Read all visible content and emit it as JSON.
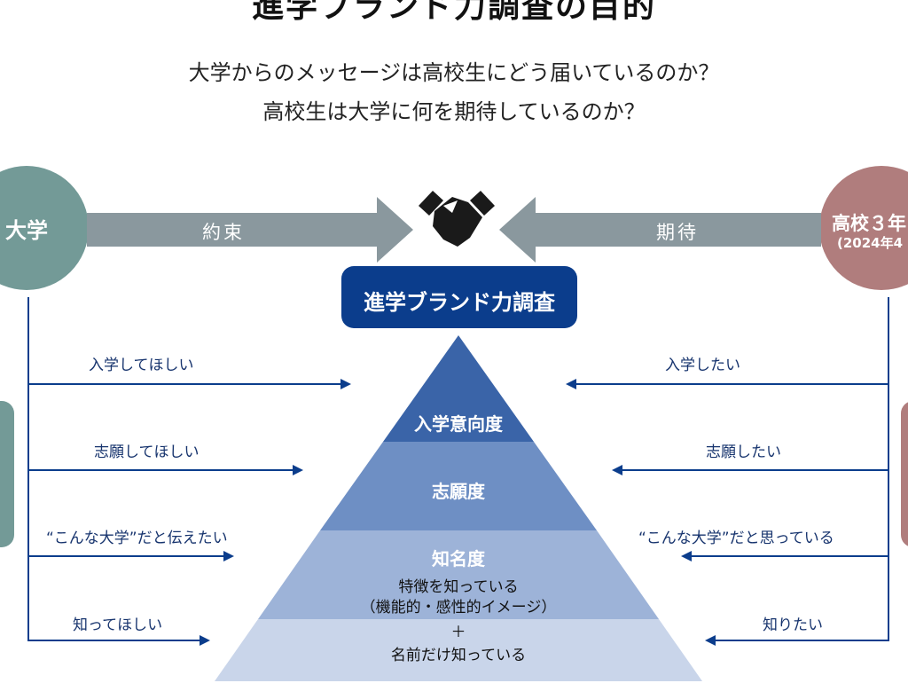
{
  "title": "進学ブランド力調査の目的",
  "subtitle_lines": [
    "大学からのメッセージは高校生にどう届いているのか？",
    "高校生は大学に何を期待しているのか？"
  ],
  "left_circle": "大学",
  "right_circle": {
    "line1": "高校３年",
    "line2": "(2024年4"
  },
  "left_arrow": "約束",
  "right_arrow": "期待",
  "survey_label": "進学ブランド力調査",
  "left_items": [
    "入学してほしい",
    "志願してほしい",
    "“こんな大学”だと伝えたい",
    "知ってほしい"
  ],
  "right_items": [
    "入学したい",
    "志願したい",
    "“こんな大学”だと思っている",
    "知りたい"
  ],
  "pyramid": {
    "level1": "入学意向度",
    "level2": "志願度",
    "level3": "知名度",
    "level3_sub1": "特徴を知っている",
    "level3_sub2": "（機能的・感性的イメージ）",
    "plus": "＋",
    "level4": "名前だけ知っている"
  },
  "colors": {
    "university": "#739a97",
    "student": "#b07d7d",
    "arrow": "#8a989e",
    "navy": "#0b3d8c"
  }
}
